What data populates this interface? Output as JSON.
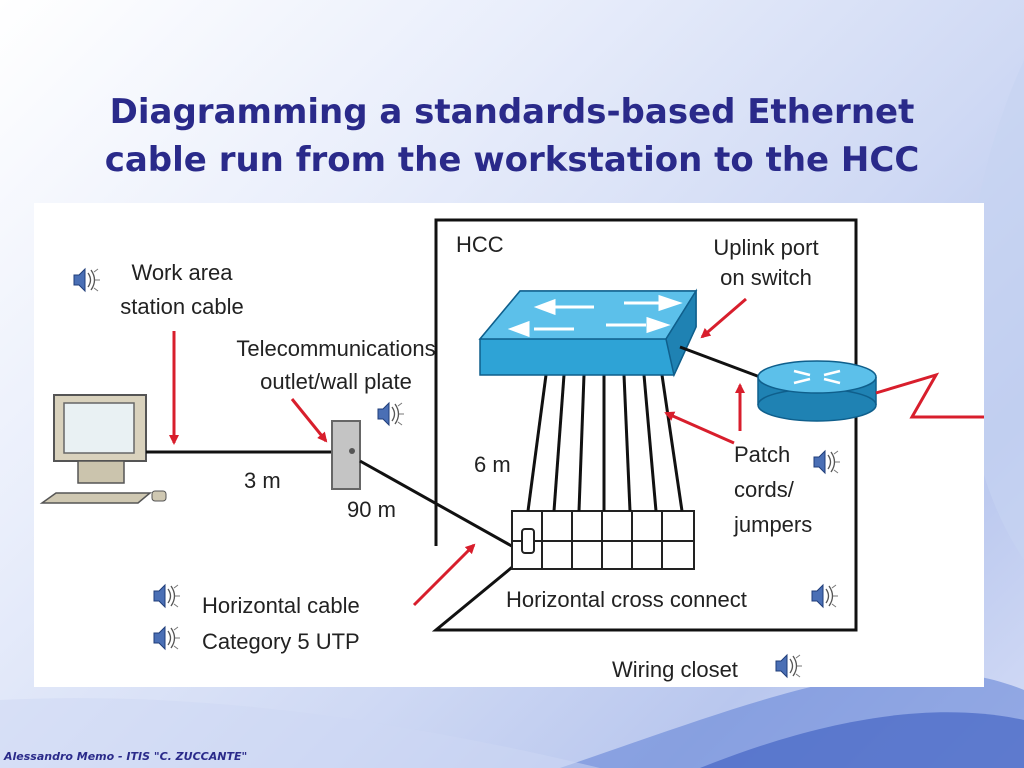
{
  "slide": {
    "title_line1": "Diagramming a standards-based Ethernet",
    "title_line2": "cable run  from the workstation to the HCC",
    "footer": "Alessandro Memo - ITIS \"C. ZUCCANTE\""
  },
  "diagram": {
    "hcc_label": "HCC",
    "uplink_line1": "Uplink port",
    "uplink_line2": "on switch",
    "work_area_line1": "Work area",
    "work_area_line2": "station cable",
    "telecom_line1": "Telecommunications",
    "telecom_line2": "outlet/wall plate",
    "dist_3m": "3 m",
    "dist_90m": "90 m",
    "dist_6m": "6 m",
    "patch_line1": "Patch",
    "patch_line2": "cords/",
    "patch_line3": "jumpers",
    "horizontal_line1": "Horizontal cable",
    "horizontal_line2": "Category 5 UTP",
    "cross_connect": "Horizontal cross connect",
    "wiring_closet": "Wiring closet"
  },
  "colors": {
    "title": "#2a2a8a",
    "arrow": "#d81e2c",
    "switch": "#2ea3d6",
    "router": "#2e9bd3"
  }
}
